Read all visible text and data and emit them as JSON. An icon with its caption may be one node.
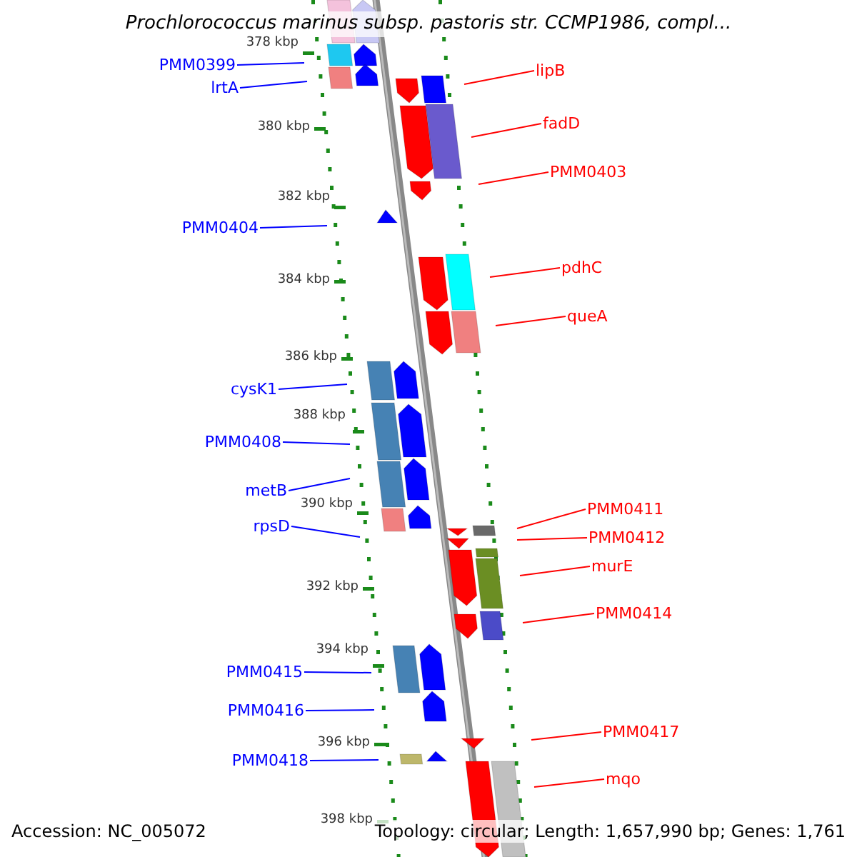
{
  "diagram": {
    "title": "Prochlorococcus marinus subsp. pastoris str. CCMP1986, compl...",
    "nodes": [
      {
        "text": [
          "PMM0399"
        ]
      },
      {
        "text": [
          "lipB"
        ]
      },
      {
        "text": [
          "lrtA"
        ]
      },
      {
        "text": [
          "fadD"
        ]
      },
      {
        "text": [
          "PMM0403"
        ]
      },
      {
        "text": [
          "PMM0404"
        ]
      },
      {
        "text": [
          "pdhC"
        ]
      },
      {
        "text": [
          "queA"
        ]
      },
      {
        "text": [
          "cysK1"
        ]
      },
      {
        "text": [
          "PMM0408"
        ]
      },
      {
        "text": [
          "metB"
        ]
      },
      {
        "text": [
          "PMM0411"
        ]
      },
      {
        "text": [
          "rpsD"
        ]
      },
      {
        "text": [
          "PMM0412"
        ]
      },
      {
        "text": [
          "murE"
        ]
      },
      {
        "text": [
          "PMM0414"
        ]
      },
      {
        "text": [
          "PMM0415"
        ]
      },
      {
        "text": [
          "PMM0416"
        ]
      },
      {
        "text": [
          "PMM0417"
        ]
      },
      {
        "text": [
          "PMM0418"
        ]
      },
      {
        "text": [
          "mqo"
        ]
      }
    ],
    "edges": [
      {
        "from": 0,
        "to": null,
        "arrow": "none",
        "color": "#0000ff"
      },
      {
        "from": 1,
        "to": null,
        "arrow": "none"
      },
      {
        "from": 2,
        "to": null,
        "arrow": "none",
        "color": "#0000ff"
      },
      {
        "from": 3,
        "to": null,
        "arrow": "none"
      },
      {
        "from": 4,
        "to": null,
        "arrow": "none"
      },
      {
        "from": 5,
        "to": null,
        "arrow": "none",
        "color": "#0000ff"
      },
      {
        "from": 6,
        "to": null,
        "arrow": "none"
      },
      {
        "from": 7,
        "to": null,
        "arrow": "none"
      },
      {
        "from": 8,
        "to": null,
        "arrow": "none",
        "color": "#0000ff"
      },
      {
        "from": 9,
        "to": null,
        "arrow": "none",
        "color": "#0000ff"
      },
      {
        "from": 10,
        "to": null,
        "arrow": "none",
        "color": "#0000ff"
      },
      {
        "from": 11,
        "to": null,
        "arrow": "none"
      },
      {
        "from": 12,
        "to": null,
        "arrow": "none",
        "color": "#0000ff"
      },
      {
        "from": 13,
        "to": null,
        "arrow": "none"
      },
      {
        "from": 14,
        "to": null,
        "arrow": "none"
      },
      {
        "from": 15,
        "to": null,
        "arrow": "none"
      },
      {
        "from": 16,
        "to": null,
        "arrow": "none",
        "color": "#0000ff"
      },
      {
        "from": 17,
        "to": null,
        "arrow": "none",
        "color": "#0000ff"
      },
      {
        "from": 18,
        "to": null,
        "arrow": "none"
      },
      {
        "from": 19,
        "to": null,
        "arrow": "none",
        "color": "#0000ff"
      },
      {
        "from": 20,
        "to": null,
        "arrow": "none"
      }
    ],
    "labels": [
      "378 kbp",
      "380 kbp",
      "382 kbp",
      "384 kbp",
      "386 kbp",
      "388 kbp",
      "390 kbp",
      "392 kbp",
      "394 kbp",
      "396 kbp",
      "398 kbp",
      "Accession: NC_005072",
      "Topology: circular; Length: 1,657,990 bp; Genes: 1,761"
    ]
  }
}
